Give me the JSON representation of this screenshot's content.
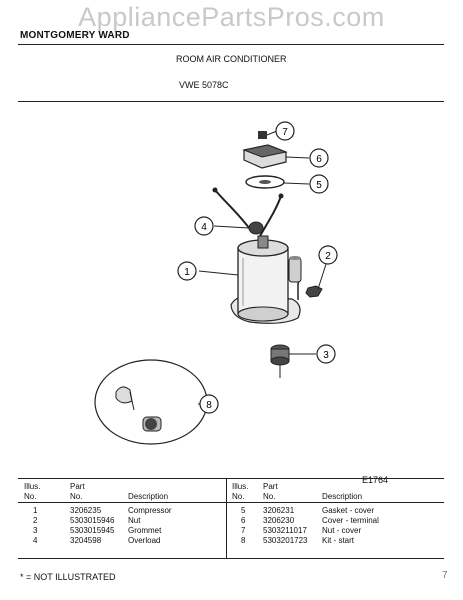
{
  "watermark": "AppliancePartsPros.com",
  "brand": "MONTGOMERY WARD",
  "title": "ROOM AIR CONDITIONER",
  "model": "VWE 5078C",
  "figure_id": "E1764",
  "callouts": [
    "1",
    "2",
    "3",
    "4",
    "5",
    "6",
    "7",
    "8"
  ],
  "table": {
    "headers": {
      "illus1": "Illus.",
      "no1": "No.",
      "part1": "Part",
      "partno1": "No.",
      "desc": "Description"
    },
    "left": [
      {
        "illus": "1",
        "part": "3206235",
        "desc": "Compressor"
      },
      {
        "illus": "2",
        "part": "5303015946",
        "desc": "Nut"
      },
      {
        "illus": "3",
        "part": "5303015945",
        "desc": "Grommet"
      },
      {
        "illus": "4",
        "part": "3204598",
        "desc": "Overload"
      }
    ],
    "right": [
      {
        "illus": "5",
        "part": "3206231",
        "desc": "Gasket - cover"
      },
      {
        "illus": "6",
        "part": "3206230",
        "desc": "Cover - terminal"
      },
      {
        "illus": "7",
        "part": "5303211017",
        "desc": "Nut - cover"
      },
      {
        "illus": "8",
        "part": "5303201723",
        "desc": "Kit - start"
      }
    ]
  },
  "footnote": "* = NOT ILLUSTRATED",
  "corner_mark": "7"
}
